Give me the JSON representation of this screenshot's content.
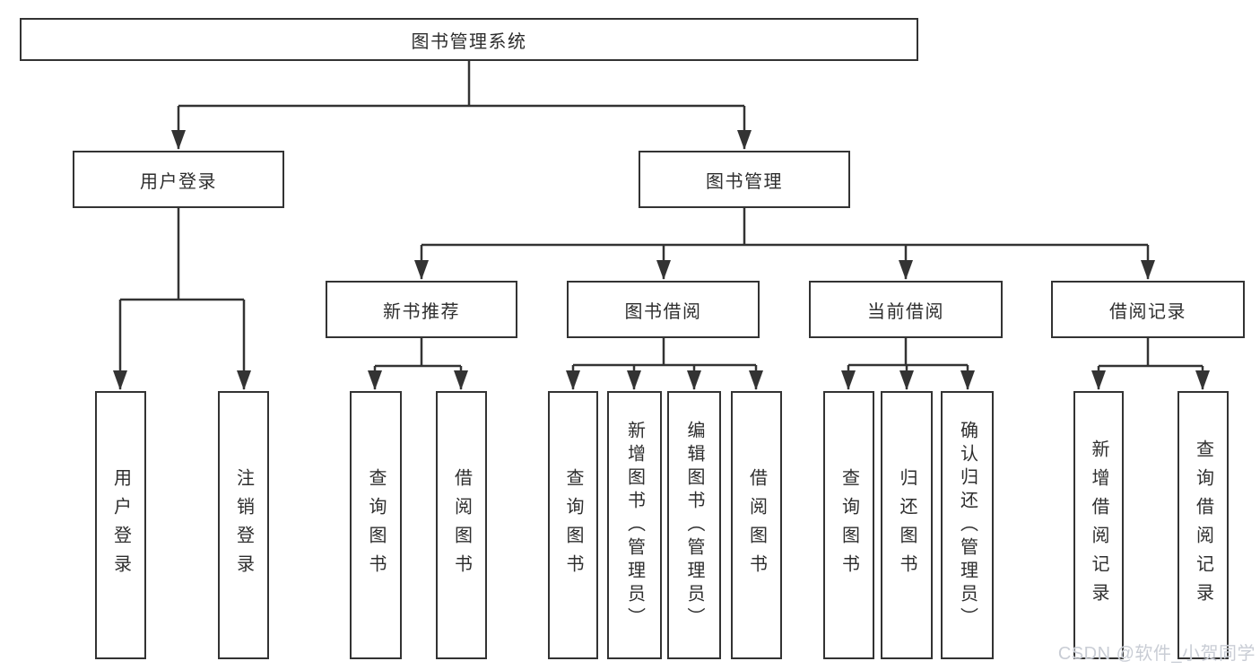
{
  "diagram": {
    "title": "图书管理系统",
    "tree": {
      "root": {
        "label": "图书管理系统",
        "children": [
          {
            "label": "用户登录",
            "children": [
              {
                "label": "用户登录"
              },
              {
                "label": "注销登录"
              }
            ]
          },
          {
            "label": "图书管理",
            "children": [
              {
                "label": "新书推荐",
                "children": [
                  {
                    "label": "查询图书"
                  },
                  {
                    "label": "借阅图书"
                  }
                ]
              },
              {
                "label": "图书借阅",
                "children": [
                  {
                    "label": "查询图书"
                  },
                  {
                    "label": "新增图书（管理员）"
                  },
                  {
                    "label": "编辑图书（管理员）"
                  },
                  {
                    "label": "借阅图书"
                  }
                ]
              },
              {
                "label": "当前借阅",
                "children": [
                  {
                    "label": "查询图书"
                  },
                  {
                    "label": "归还图书"
                  },
                  {
                    "label": "确认归还（管理员）"
                  }
                ]
              },
              {
                "label": "借阅记录",
                "children": [
                  {
                    "label": "新增借阅记录"
                  },
                  {
                    "label": "查询借阅记录"
                  }
                ]
              }
            ]
          }
        ]
      }
    },
    "colors": {
      "line": "#333333",
      "box_border": "#333333",
      "text": "#2e2e2e",
      "background": "#ffffff",
      "watermark": "#c9cdd5"
    }
  },
  "watermark": {
    "text": "CSDN @软件_小贺同学"
  }
}
